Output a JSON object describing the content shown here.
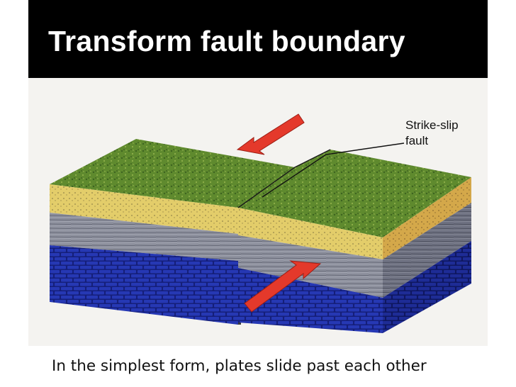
{
  "slide": {
    "title": "Transform fault boundary",
    "caption": "In the simplest form, plates slide past each other"
  },
  "diagram": {
    "label_line1": "Strike-slip",
    "label_line2": "fault",
    "layers": [
      "grass surface",
      "sandy soil",
      "gray rock",
      "blue bedrock"
    ],
    "colors": {
      "grass": "#5f8a2e",
      "sand": "#e3cd6a",
      "rock": "#8c8f9c",
      "bedrock": "#2233a8",
      "arrow": "#e4392b"
    }
  }
}
